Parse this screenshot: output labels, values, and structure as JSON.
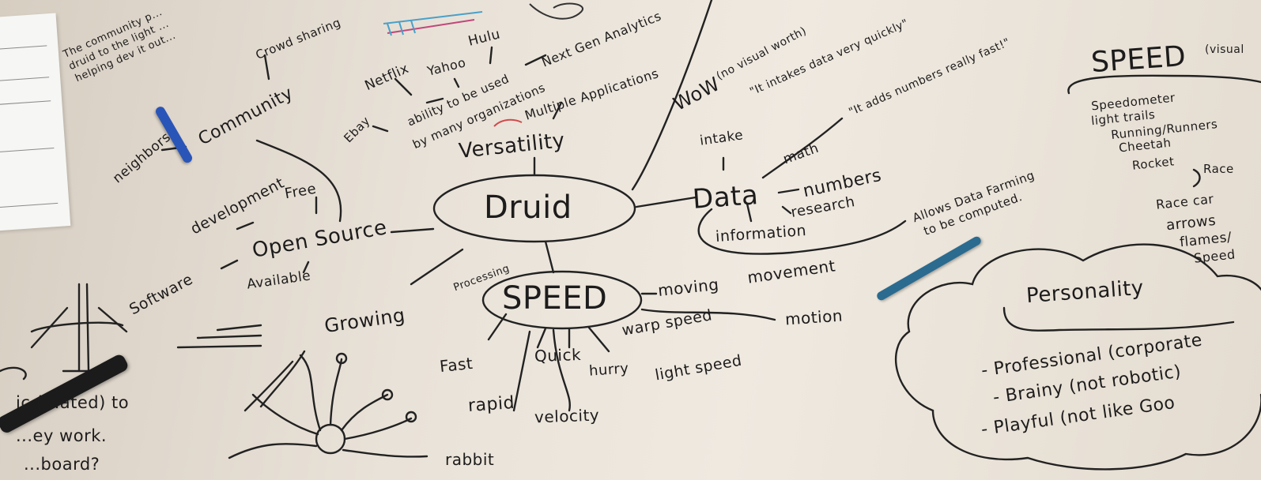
{
  "central_node": "Druid",
  "speed_node": "SPEED",
  "branches": {
    "community": {
      "label": "Community",
      "items": [
        "Crowd sharing",
        "neighbors",
        "development"
      ],
      "note_lines": [
        "The community p...",
        "druid to the light ...",
        "helping dev it out..."
      ]
    },
    "open_source": {
      "label": "Open Source",
      "items": [
        "Free",
        "Software",
        "Available"
      ]
    },
    "versatility": {
      "label": "Versatility",
      "items": [
        "Netflix",
        "Yahoo",
        "Hulu",
        "Ebay",
        "Next Gen Analytics",
        "Multiple Applications"
      ],
      "detail_lines": [
        "ability to be used",
        "by many organizations"
      ]
    },
    "wow": {
      "label": "WoW",
      "note": "(no visual worth)"
    },
    "data": {
      "label": "Data",
      "items": [
        "intake",
        "math",
        "numbers",
        "research",
        "information"
      ],
      "quotes": [
        "\"It intakes data very quickly\"",
        "\"It adds numbers really fast!\""
      ],
      "farming_lines": [
        "Allows Data Farming",
        "to be computed."
      ]
    },
    "growing": {
      "label": "Growing",
      "sub": "Processing"
    },
    "speed_words": [
      "moving",
      "movement",
      "motion",
      "warp speed",
      "light speed",
      "hurry",
      "Quick",
      "Fast",
      "rapid",
      "velocity",
      "rabbit"
    ],
    "speed_panel": {
      "title": "SPEED",
      "title_note": "(visual",
      "items": [
        "Speedometer",
        "light trails",
        "Running/Runners",
        "Cheetah",
        "Rocket",
        "Race",
        "Race car",
        "arrows",
        "flames/",
        "Speed"
      ]
    },
    "personality": {
      "title": "Personality",
      "items": [
        "- Professional (corporate",
        "- Brainy (not robotic)",
        "- Playful (not like Goo"
      ]
    },
    "left_bottom_lines": [
      "ic (...ated) to",
      "...ey work.",
      "...board?"
    ]
  },
  "colors": {
    "paper": "#ebe4da",
    "ink": "#1d1c1c",
    "blue_pen": "#2a55b8",
    "teal_pen": "#2b6b8f"
  }
}
